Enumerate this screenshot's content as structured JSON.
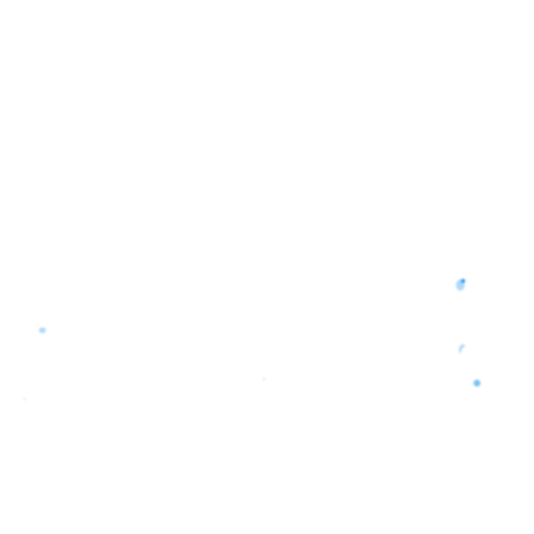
{
  "background": "#ffffff",
  "palette": {
    "light_blue": "#9fd3f7",
    "mid_blue": "#6bbcf0",
    "deep_blue": "#1e88e5",
    "pale_blue": "#cfe9fb"
  },
  "blobs": [
    {
      "id": "blob-1",
      "color": "light_blue",
      "opacity": 0.85
    },
    {
      "id": "blob-2",
      "color": "pale_blue",
      "opacity": 0.7
    },
    {
      "id": "blob-3",
      "color": "mid_blue",
      "opacity": 0.9
    },
    {
      "id": "blob-4",
      "color": "pale_blue",
      "opacity": 0.7
    },
    {
      "id": "blob-5",
      "color": "light_blue",
      "opacity": 0.85
    },
    {
      "id": "blob-6",
      "color": "mid_blue",
      "opacity": 0.9
    }
  ]
}
